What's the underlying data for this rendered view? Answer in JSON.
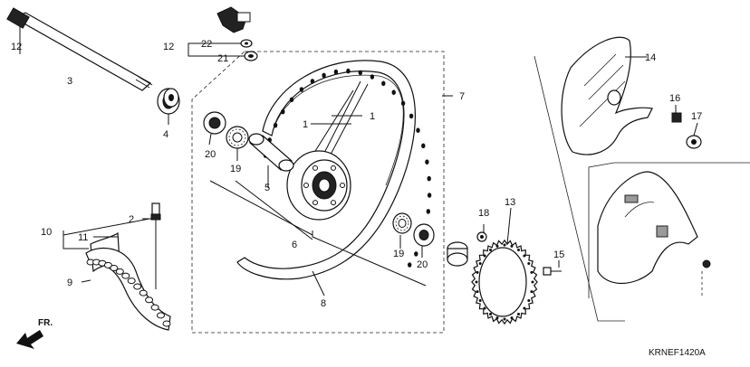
{
  "diagram": {
    "code": "KRNEF1420A",
    "direction_label": "FR.",
    "callouts": {
      "c1a": "1",
      "c1b": "1",
      "c2": "2",
      "c3": "3",
      "c4": "4",
      "c5": "5",
      "c6": "6",
      "c7": "7",
      "c8": "8",
      "c9": "9",
      "c10": "10",
      "c11": "11",
      "c12": "12",
      "c13": "13",
      "c14": "14",
      "c15": "15",
      "c16": "16",
      "c17": "17",
      "c18": "18",
      "c19a": "19",
      "c19b": "19",
      "c20a": "20",
      "c20b": "20",
      "c21": "21",
      "c22": "22"
    }
  }
}
